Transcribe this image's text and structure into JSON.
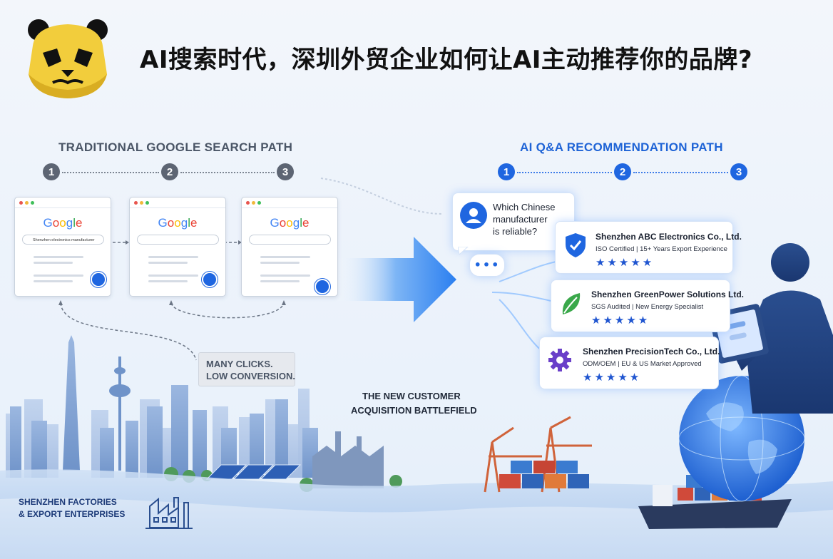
{
  "header": {
    "title": "AI搜索时代，深圳外贸企业如何让AI主动推荐你的品牌?",
    "mascot_icon": "panda-mascot-icon"
  },
  "traditional_path": {
    "title": "TRADITIONAL GOOGLE SEARCH PATH",
    "steps": [
      "1",
      "2",
      "3"
    ],
    "browsers": [
      {
        "logo": "Google",
        "query": "Shenzhen electronics manufacturer"
      },
      {
        "logo": "Google",
        "query": ""
      },
      {
        "logo": "Google",
        "query": ""
      }
    ],
    "note_line1": "MANY CLICKS.",
    "note_line2": "LOW CONVERSION."
  },
  "ai_path": {
    "title": "AI Q&A RECOMMENDATION PATH",
    "steps": [
      "1",
      "2",
      "3"
    ],
    "question_line1": "Which Chinese",
    "question_line2": "manufacturer",
    "question_line3": "is reliable?",
    "typing": "•••",
    "recommendations": [
      {
        "name": "Shenzhen ABC Electronics Co., Ltd.",
        "details": "ISO Certified | 15+ Years Export Experience",
        "stars": "★★★★★",
        "icon": "shield-check-icon"
      },
      {
        "name": "Shenzhen GreenPower Solutions Ltd.",
        "details": "SGS Audited | New Energy Specialist",
        "stars": "★★★★★",
        "icon": "leaf-icon"
      },
      {
        "name": "Shenzhen PrecisionTech Co., Ltd.",
        "details": "ODM/OEM | EU & US Market Approved",
        "stars": "★★★★★",
        "icon": "gear-icon"
      }
    ]
  },
  "center_label_line1": "THE NEW CUSTOMER",
  "center_label_line2": "ACQUISITION BATTLEFIELD",
  "bottom_left_line1": "SHENZHEN FACTORIES",
  "bottom_left_line2": "& EXPORT ENTERPRISES",
  "colors": {
    "accent_blue": "#1f66e0",
    "dark_gray": "#4a5566",
    "star_blue": "#1f55d0"
  }
}
